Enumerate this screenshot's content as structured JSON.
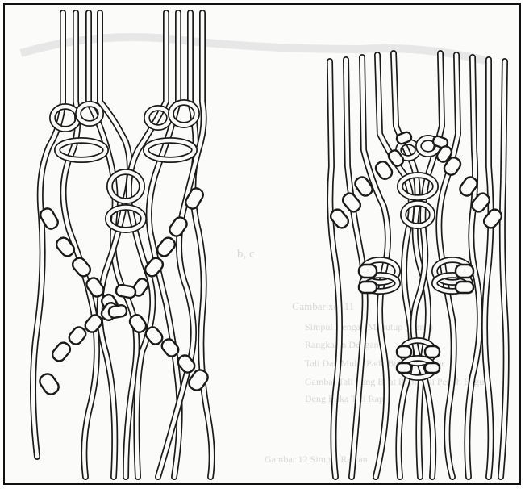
{
  "figure": {
    "background": "#fbfbfa",
    "line_color": "#1a1a1a",
    "ghost_color": "#bcbcbc",
    "left_panel": {
      "name": "macrame pattern left"
    },
    "right_panel": {
      "name": "macrame pattern right"
    }
  },
  "bleed_through": {
    "sub_label": "b, c",
    "caption": "Gambar xo. 11",
    "lines": [
      "Simpul Dengan Menutup (Ganti)",
      "Rangkaian Dengan",
      "Tali Dan Mulai Pada Buk Pada Tata",
      "Gambar Tali Yang Buat Rapi Jadi Penuh Bagus",
      "Deng Buka Tali Rapi"
    ],
    "footer": "Gambar 12 Simpul Rawan"
  }
}
